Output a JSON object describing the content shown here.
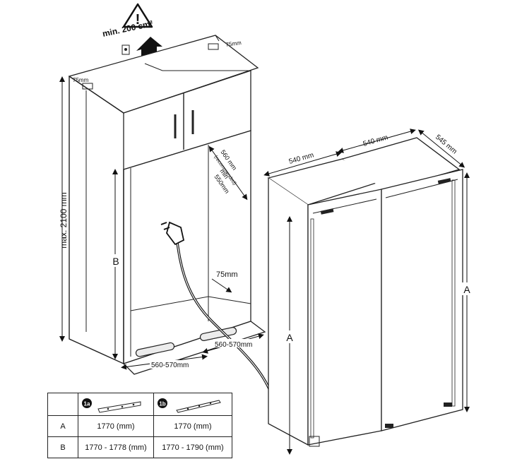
{
  "ventilation": {
    "symbol": "!",
    "text": "min. 200 cm²"
  },
  "dims": {
    "top_left_gap": "75mm",
    "top_right_gap": "75mm",
    "max_height": "max. 2100 mm",
    "niche_depth_line1": "560 mm",
    "niche_depth_line2": "(recommended)",
    "niche_min_line1": "min",
    "niche_min_line2": "550mm",
    "bottom_gap": "75mm",
    "base_width_left": "560-570mm",
    "base_width_right": "560-570mm",
    "label_B": "B",
    "width_left": "540 mm",
    "width_right": "540 mm",
    "depth": "545 mm",
    "label_A_left": "A",
    "label_A_right": "A"
  },
  "table": {
    "col1_badge": "1a",
    "col2_badge": "1b",
    "rows": [
      {
        "label": "A",
        "col1": "1770 (mm)",
        "col2": "1770 (mm)"
      },
      {
        "label": "B",
        "col1": "1770 - 1778  (mm)",
        "col2": "1770 - 1790 (mm)"
      }
    ]
  }
}
